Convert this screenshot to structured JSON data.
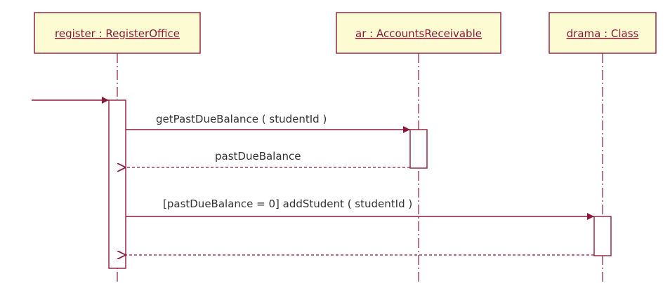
{
  "colors": {
    "line": "#8b1a3a",
    "box_fill": "#fdfbd2",
    "text": "#333333",
    "object_text": "#8b1a3a"
  },
  "objects": [
    {
      "id": "register",
      "label": "register : RegisterOffice"
    },
    {
      "id": "ar",
      "label": "ar : AccountsReceivable"
    },
    {
      "id": "drama",
      "label": "drama : Class"
    }
  ],
  "messages": [
    {
      "id": "getPastDueBalance",
      "label": "getPastDueBalance ( studentId )",
      "kind": "call"
    },
    {
      "id": "pastDueBalance",
      "label": "pastDueBalance",
      "kind": "return"
    },
    {
      "id": "addStudent",
      "label": "[pastDueBalance = 0] addStudent ( studentId )",
      "kind": "call"
    }
  ]
}
